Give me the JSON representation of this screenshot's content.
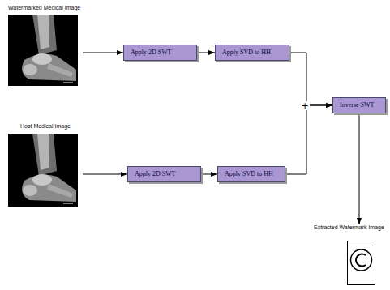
{
  "diagram": {
    "nodes": [
      {
        "text": [
          "Watermarked Medical Image"
        ]
      },
      {
        "text": [
          "Apply 2D SWT"
        ]
      },
      {
        "text": [
          "Apply SVD to HH"
        ]
      },
      {
        "text": [
          "Host Medical Image"
        ]
      },
      {
        "text": [
          "Apply 2D SWT"
        ]
      },
      {
        "text": [
          "Apply SVD to HH"
        ]
      },
      {
        "text": [
          "Inverse SWT"
        ]
      },
      {
        "text": [
          "Extracted Watermark Image"
        ]
      }
    ],
    "edges": [
      {
        "from": 0,
        "to": 1,
        "arrow": "to"
      },
      {
        "from": 1,
        "to": 2,
        "arrow": "to"
      },
      {
        "from": 2,
        "to": 6,
        "arrow": "to"
      },
      {
        "from": 3,
        "to": 4,
        "arrow": "to"
      },
      {
        "from": 4,
        "to": 5,
        "arrow": "to"
      },
      {
        "from": 5,
        "to": 6,
        "arrow": "to"
      },
      {
        "from": 6,
        "to": 7,
        "arrow": "to"
      }
    ],
    "labels": [
      "+"
    ]
  }
}
